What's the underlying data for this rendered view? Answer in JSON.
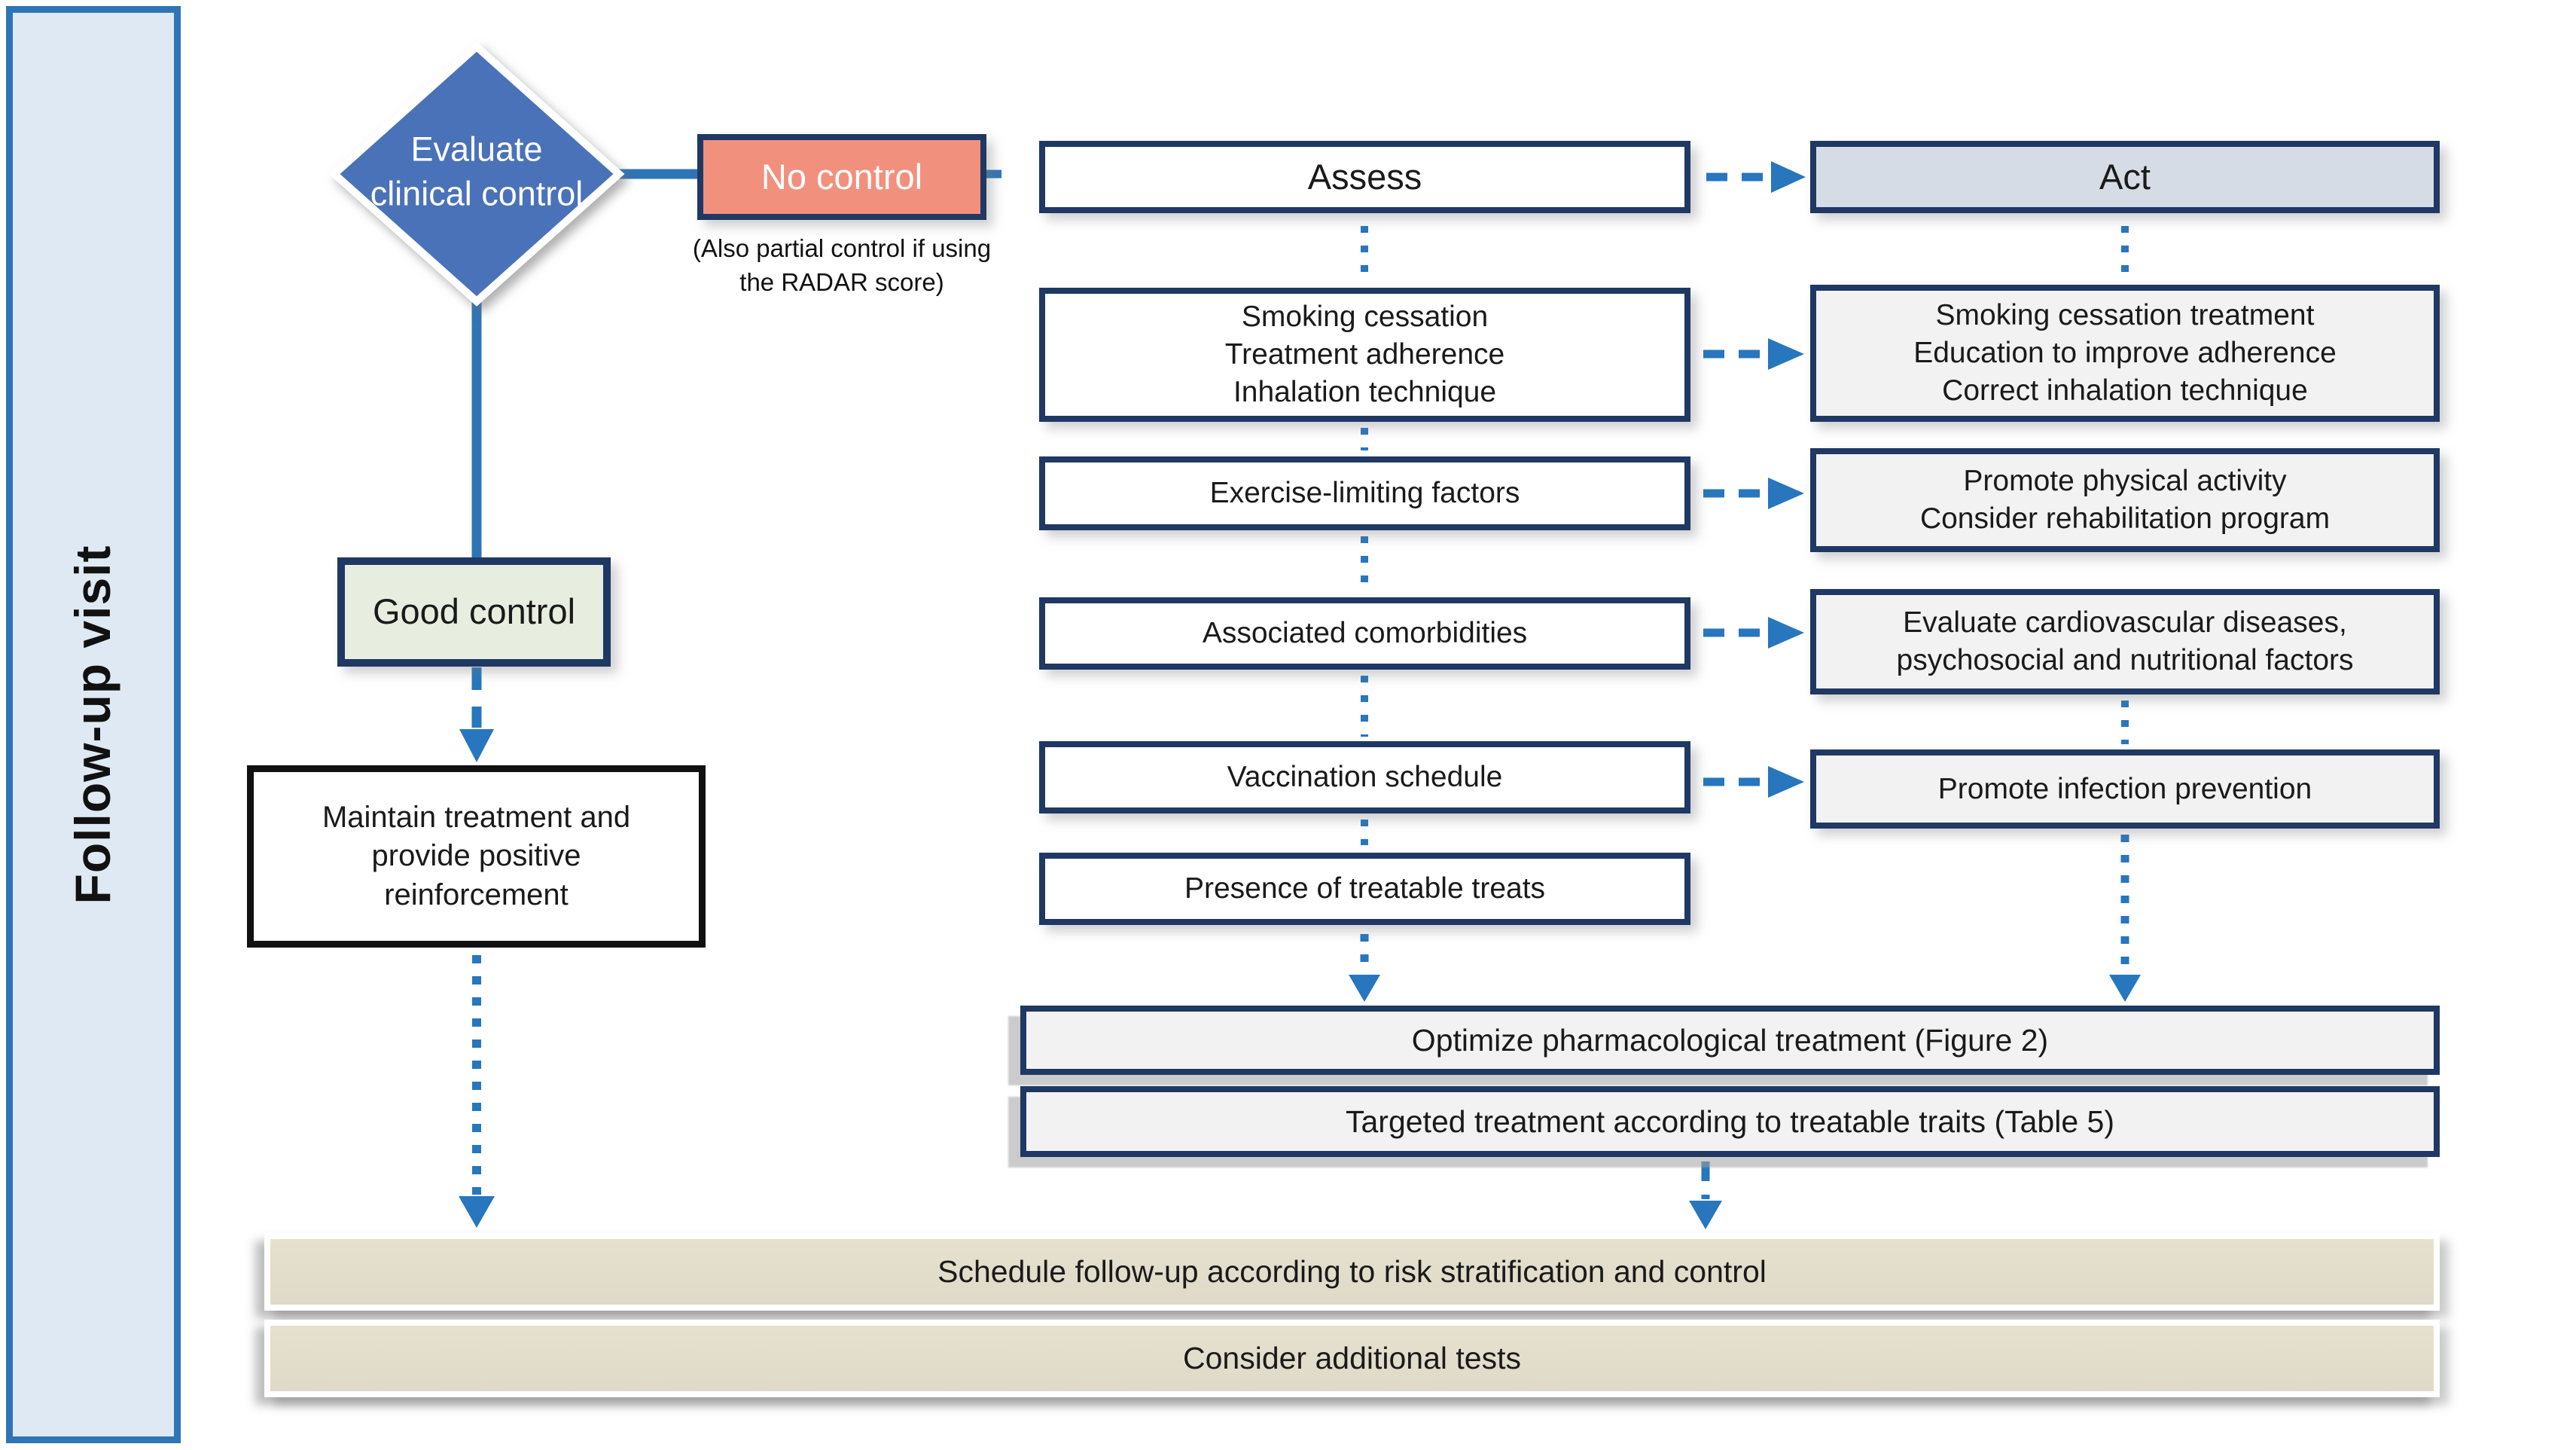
{
  "sidebar": {
    "label": "Follow-up visit"
  },
  "decision": {
    "label": "Evaluate\nclinical control"
  },
  "no_control": {
    "label": "No control",
    "caption": "(Also partial control if using\nthe RADAR score)"
  },
  "good_control": {
    "label": "Good control"
  },
  "maintain": {
    "label": "Maintain treatment and\nprovide positive\nreinforcement"
  },
  "headers": {
    "assess": "Assess",
    "act": "Act"
  },
  "assess_items": [
    {
      "label": "Smoking cessation\nTreatment adherence\nInhalation technique"
    },
    {
      "label": "Exercise-limiting factors"
    },
    {
      "label": "Associated comorbidities"
    },
    {
      "label": "Vaccination schedule"
    },
    {
      "label": "Presence of treatable treats"
    }
  ],
  "act_items": [
    {
      "label": "Smoking cessation treatment\nEducation to improve adherence\nCorrect inhalation technique"
    },
    {
      "label": "Promote physical activity\nConsider rehabilitation program"
    },
    {
      "label": "Evaluate cardiovascular diseases,\npsychosocial and nutritional factors"
    },
    {
      "label": "Promote infection prevention"
    }
  ],
  "treatment_boxes": [
    {
      "label": "Optimize pharmacological treatment (Figure 2)"
    },
    {
      "label": "Targeted treatment according to treatable traits (Table 5)"
    }
  ],
  "footer_boxes": [
    {
      "label": "Schedule follow-up according to risk stratification and control"
    },
    {
      "label": "Consider additional tests"
    }
  ],
  "colors": {
    "accent_blue": "#2E75B6",
    "navy_border": "#1F3864",
    "diamond_fill": "#4A72B8",
    "no_control_fill": "#F2907E",
    "good_control_fill": "#E7EEDF",
    "act_header_fill": "#D6DCE5",
    "act_item_fill": "#F2F2F2",
    "treatment_fill": "#F2F2F2",
    "footer_fill": "#E3DECC",
    "sidebar_fill": "#DEE9F3"
  }
}
